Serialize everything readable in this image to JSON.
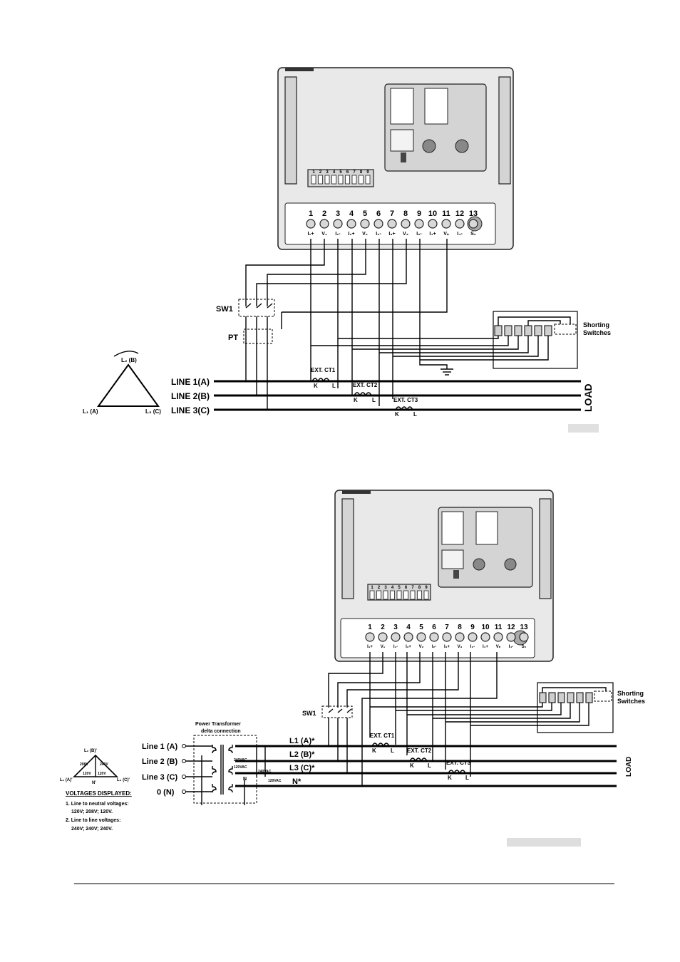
{
  "diagram_top": {
    "terminals": [
      "1",
      "2",
      "3",
      "4",
      "5",
      "6",
      "7",
      "8",
      "9",
      "10",
      "11",
      "12",
      "13"
    ],
    "terminal_labels": [
      "I₁+",
      "V₁",
      "I₁-",
      "I₂+",
      "V₂",
      "I₂-",
      "I₃+",
      "V₃",
      "I₃-",
      "I₄+",
      "Vₙ",
      "I₄-",
      "S₀"
    ],
    "header_pins": [
      "1",
      "2",
      "3",
      "4",
      "5",
      "6",
      "7",
      "8",
      "9"
    ],
    "sw1": "SW1",
    "pt": "PT",
    "lines": [
      "LINE 1(A)",
      "LINE 2(B)",
      "LINE 3(C)"
    ],
    "load": "LOAD",
    "ct": [
      "EXT. CT1",
      "EXT. CT2",
      "EXT. CT3"
    ],
    "k": "K",
    "l": "L",
    "shorting": [
      "Shorting",
      "Switches"
    ],
    "triangle": [
      "L₂ (B)",
      "L₁ (A)",
      "L₃ (C)"
    ]
  },
  "diagram_bottom": {
    "terminals": [
      "1",
      "2",
      "3",
      "4",
      "5",
      "6",
      "7",
      "8",
      "9",
      "10",
      "11",
      "12",
      "13"
    ],
    "terminal_labels": [
      "I₁+",
      "V₁",
      "I₁-",
      "I₂+",
      "V₂",
      "I₂-",
      "I₃+",
      "V₃",
      "I₃-",
      "I₄+",
      "Vₙ",
      "I₄-",
      "S₀"
    ],
    "header_pins": [
      "1",
      "2",
      "3",
      "4",
      "5",
      "6",
      "7",
      "8",
      "9"
    ],
    "sw1": "SW1",
    "transformer": [
      "Power Transformer",
      "delta connection"
    ],
    "lines": [
      "Line 1 (A)",
      "Line 2 (B)",
      "Line 3 (C)",
      "0 (N)"
    ],
    "secondary": [
      "L1 (A)*",
      "L2 (B)*",
      "L3 (C)*",
      "N*"
    ],
    "volts": [
      "240VAC",
      "120VAC",
      "240VAC",
      "120VAC"
    ],
    "n": "N",
    "load": "LOAD",
    "ct": [
      "EXT. CT1",
      "EXT. CT2",
      "EXT. CT3"
    ],
    "k": "K",
    "l": "L",
    "shorting": [
      "Shorting",
      "Switches"
    ],
    "triangle": [
      "L₂ (B)'",
      "L₁ (A)'",
      "L₃ (C)'",
      "N'",
      "208V",
      "240V",
      "120V",
      "120V"
    ],
    "voltages_title": "VOLTAGES  DISPLAYED:",
    "voltages_notes": [
      "1. Line to neutral voltages:",
      "120V; 208V; 120V.",
      "2. Line to line voltages:",
      "240V; 240V; 240V."
    ]
  }
}
